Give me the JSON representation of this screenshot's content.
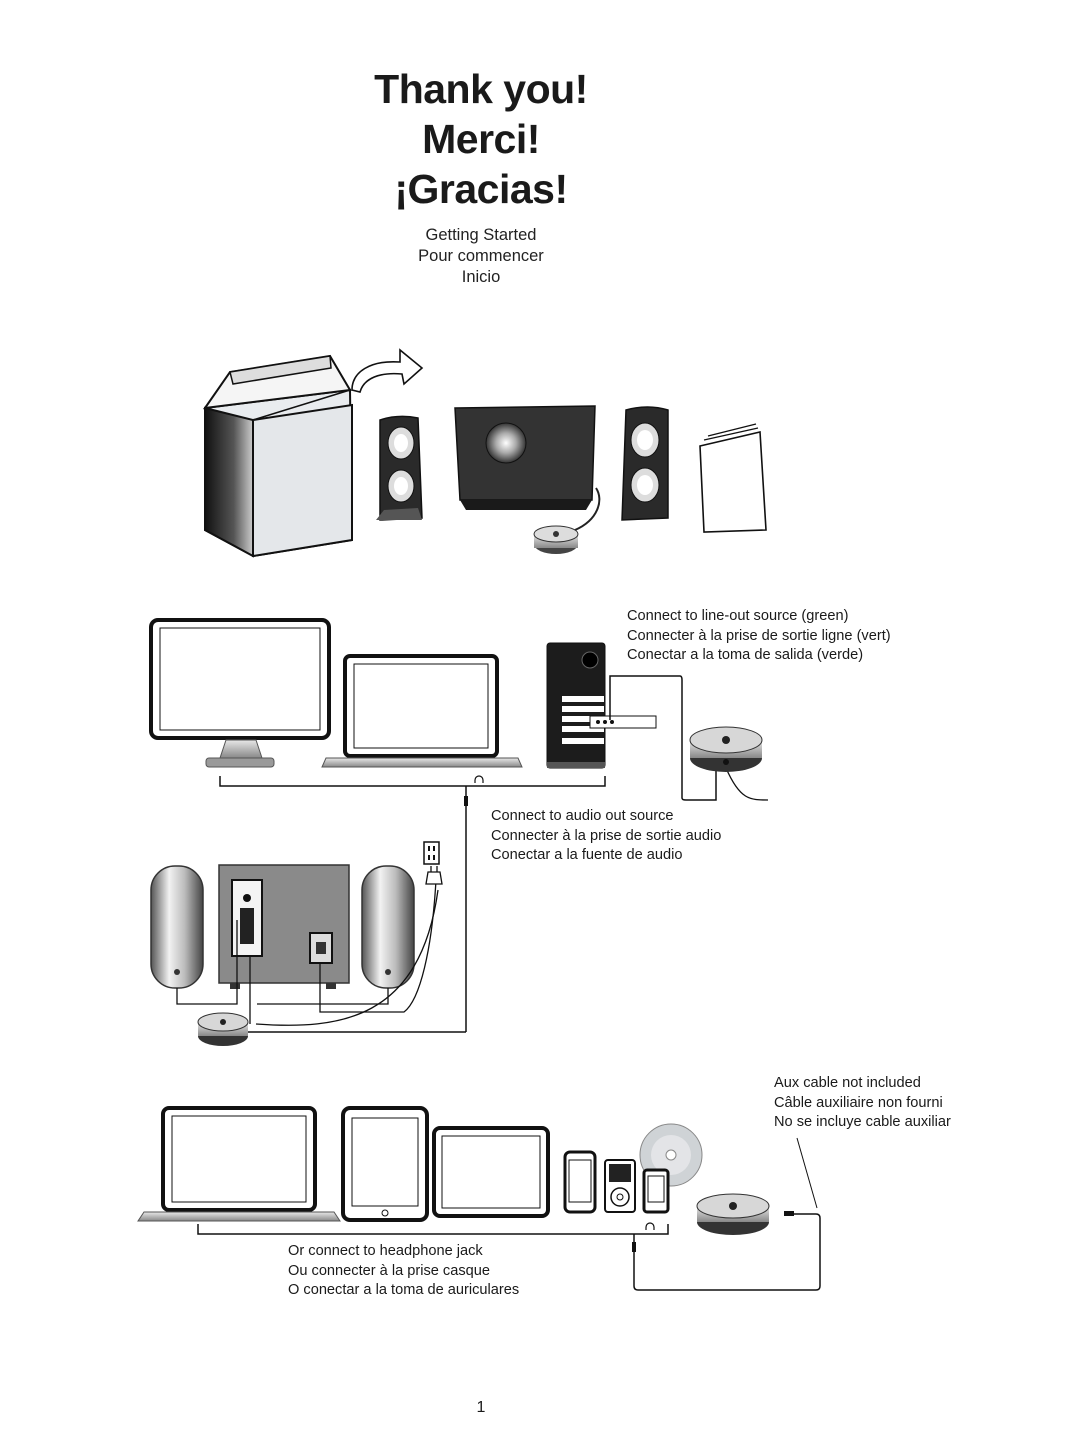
{
  "header": {
    "titles": [
      "Thank you!",
      "Merci!",
      "¡Gracias!"
    ],
    "subtitles": [
      "Getting Started",
      "Pour commencer",
      "Inicio"
    ]
  },
  "captions": {
    "line_out": [
      "Connect to line-out source (green)",
      "Connecter à la prise de sortie ligne (vert)",
      "Conectar a la toma de salida (verde)"
    ],
    "audio_out": [
      "Connect to audio out source",
      "Connecter à la prise de sortie audio",
      "Conectar a la fuente de audio"
    ],
    "aux_cable": [
      "Aux cable not included",
      "Câble auxiliaire non fourni",
      "No se incluye cable auxiliar"
    ],
    "headphone": [
      "Or connect to headphone jack",
      "Ou connecter à la prise casque",
      "O conectar a la toma de auriculares"
    ]
  },
  "footer": {
    "page_number": "1"
  },
  "icons": [
    "box-icon",
    "arrow-icon",
    "satellite-speaker-icon",
    "subwoofer-icon",
    "control-pod-icon",
    "manual-icon",
    "monitor-icon",
    "laptop-icon",
    "tower-pc-icon",
    "wall-outlet-icon",
    "power-plug-icon",
    "tablet-icon",
    "smartphone-icon",
    "media-player-icon",
    "cd-disc-icon",
    "headphone-icon"
  ]
}
